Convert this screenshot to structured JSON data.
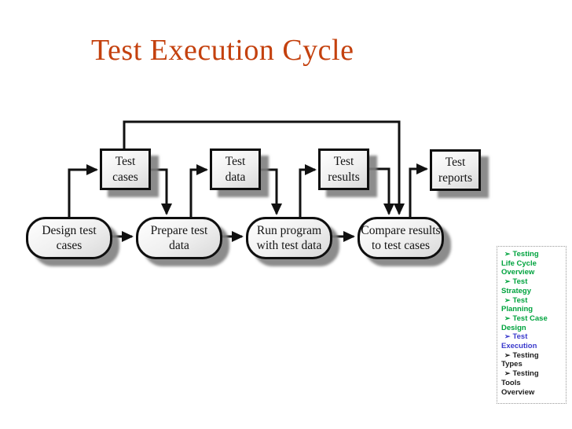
{
  "slide": {
    "title": "Test Execution Cycle",
    "title_color": "#C4410E",
    "background_color": "#FFFFFF"
  },
  "diagram": {
    "line_color": "#111111",
    "artifact_boxes": [
      {
        "label": "Test\ncases"
      },
      {
        "label": "Test\ndata"
      },
      {
        "label": "Test\nresults"
      },
      {
        "label": "Test\nreports"
      }
    ],
    "process_boxes": [
      {
        "label": "Design test\ncases"
      },
      {
        "label": "Prepare test\ndata"
      },
      {
        "label": "Run program\nwith test data"
      },
      {
        "label": "Compare results\nto test cases"
      }
    ]
  },
  "sidebar": {
    "bullet": "➢",
    "items": [
      {
        "label": "Testing\nLife Cycle\nOverview",
        "color": "#00A33E"
      },
      {
        "label": "Test\nStrategy",
        "color": "#00A33E"
      },
      {
        "label": "Test\nPlanning",
        "color": "#00A33E"
      },
      {
        "label": "Test Case\nDesign",
        "color": "#00A33E"
      },
      {
        "label": "Test\nExecution",
        "color": "#3A3ACC"
      },
      {
        "label": "Testing\nTypes",
        "color": "#1C1C1C"
      },
      {
        "label": "Testing\nTools\nOverview",
        "color": "#1C1C1C"
      }
    ]
  }
}
